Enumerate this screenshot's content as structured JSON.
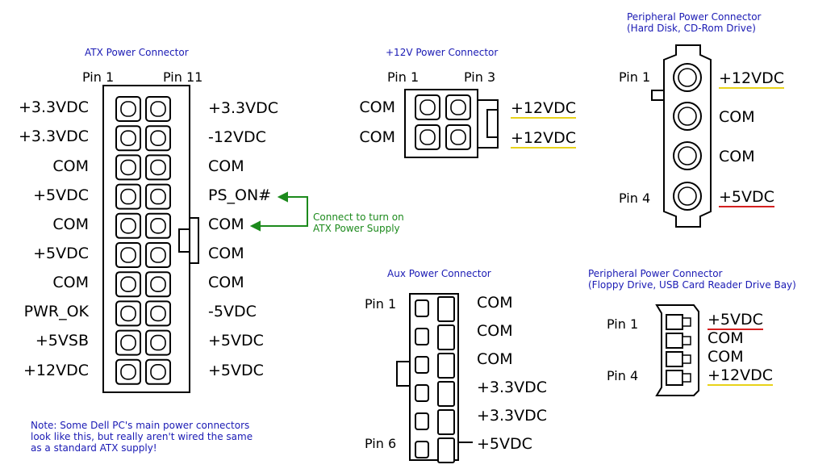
{
  "atx": {
    "title": "ATX Power Connector",
    "pin1": "Pin 1",
    "pin11": "Pin 11",
    "left_labels": [
      "+3.3VDC",
      "+3.3VDC",
      "COM",
      "+5VDC",
      "COM",
      "+5VDC",
      "COM",
      "PWR_OK",
      "+5VSB",
      "+12VDC"
    ],
    "right_labels": [
      "+3.3VDC",
      "-12VDC",
      "COM",
      "PS_ON#",
      "COM",
      "COM",
      "COM",
      "-5VDC",
      "+5VDC",
      "+5VDC"
    ],
    "connect_note_line1": "Connect to turn on",
    "connect_note_line2": "ATX Power Supply"
  },
  "p12v": {
    "title": "+12V Power Connector",
    "pin1": "Pin 1",
    "pin3": "Pin 3",
    "left_labels": [
      "COM",
      "COM"
    ],
    "right_labels": [
      "+12VDC",
      "+12VDC"
    ]
  },
  "periph": {
    "title_line1": "Peripheral Power Connector",
    "title_line2": "(Hard Disk, CD-Rom Drive)",
    "pin1": "Pin 1",
    "pin4": "Pin 4",
    "labels": [
      "+12VDC",
      "COM",
      "COM",
      "+5VDC"
    ]
  },
  "aux": {
    "title": "Aux Power Connector",
    "pin1": "Pin 1",
    "pin6": "Pin 6",
    "labels": [
      "COM",
      "COM",
      "COM",
      "+3.3VDC",
      "+3.3VDC",
      "+5VDC"
    ]
  },
  "floppy": {
    "title_line1": "Peripheral Power Connector",
    "title_line2": "(Floppy Drive, USB Card Reader Drive Bay)",
    "pin1": "Pin 1",
    "pin4": "Pin 4",
    "labels": [
      "+5VDC",
      "COM",
      "COM",
      "+12VDC"
    ]
  },
  "note": {
    "line1": "Note: Some Dell PC's main power connectors",
    "line2": "look like this, but really aren't wired the same",
    "line3": "as a standard ATX supply!"
  }
}
